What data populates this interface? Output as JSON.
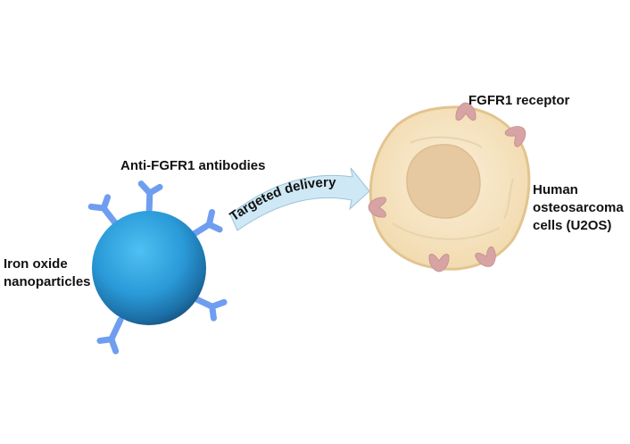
{
  "labels": {
    "antibodies": "Anti-FGFR1 antibodies",
    "nanoparticles_line1": "Iron oxide",
    "nanoparticles_line2": "nanoparticles",
    "arrow": "Targeted delivery",
    "receptor": "FGFR1 receptor",
    "cell_line1": "Human",
    "cell_line2": "osteosarcoma",
    "cell_line3": "cells (U2OS)"
  },
  "colors": {
    "sphere": "#2a9ad8",
    "antibody": "#6f9ef0",
    "arrow_fill": "#cfe8f5",
    "cell": "#f6e2bd",
    "nucleus": "#e6c9a0",
    "receptor": "#d7a3a3"
  }
}
